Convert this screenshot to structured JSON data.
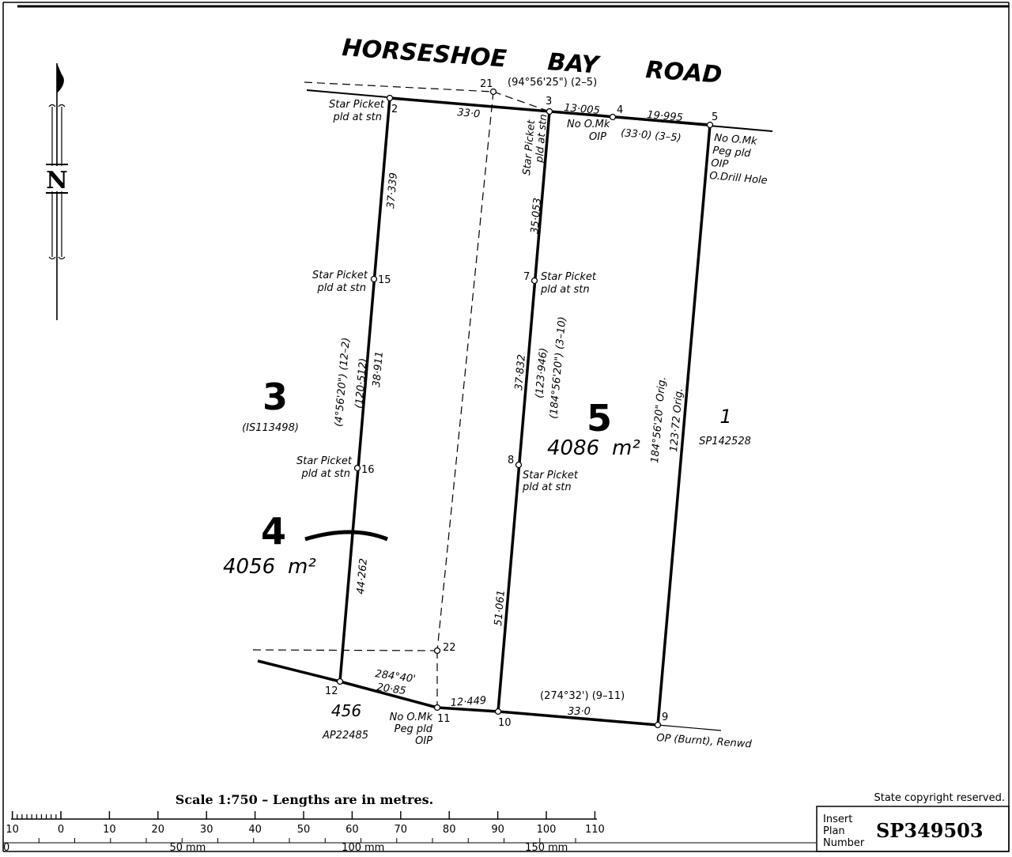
{
  "road": {
    "w1": "HORSESHOE",
    "w2": "BAY",
    "w3": "ROAD"
  },
  "bearings": {
    "top": "(94°56'25\") (2–5)",
    "b_21_3": "33·0",
    "b_3_4": "13·005",
    "b_4_5": "19·995",
    "b_3_5": "(33·0) (3–5)",
    "left_top": "37·339",
    "left_mid_a": "(4°56'20\") (12–2)",
    "left_mid_b": "(120·512)",
    "left_mid_c": "38·911",
    "left_low": "44·262",
    "mid_top": "35·053",
    "mid_a": "37·832",
    "mid_b": "(123·946)",
    "mid_c": "(184°56'20\") (3–10)",
    "mid_low": "51·061",
    "right_a": "184°56'20\" Orig.",
    "right_b": "123·72 Orig.",
    "bot_left_a": "284°40'",
    "bot_left_b": "20·85",
    "bot_11_10": "12·449",
    "bot_right_a": "(274°32') (9–11)",
    "bot_right_b": "33·0"
  },
  "stations": [
    "21",
    "2",
    "3",
    "4",
    "5",
    "15",
    "7",
    "16",
    "8",
    "22",
    "12",
    "11",
    "10",
    "9"
  ],
  "marks": {
    "sp2a": "Star Picket",
    "sp2b": "pld at stn",
    "sp3a": "Star Picket",
    "sp3b": "pld at stn",
    "m4a": "No O.Mk",
    "m4b": "OIP",
    "m5a": "No O.Mk",
    "m5b": "Peg pld",
    "m5c": "OIP",
    "m5d": "O.Drill Hole",
    "sp15a": "Star Picket",
    "sp15b": "pld at stn",
    "sp7a": "Star Picket",
    "sp7b": "pld at stn",
    "sp16a": "Star Picket",
    "sp16b": "pld at stn",
    "sp8a": "Star Picket",
    "sp8b": "pld at stn",
    "m11a": "No O.Mk",
    "m11b": "Peg pld",
    "m11c": "OIP",
    "m9": "OP (Burnt), Renwd"
  },
  "lots": {
    "lot3": "3",
    "lot3_ref": "(IS113498)",
    "lot4": "4",
    "lot4_area": "4056",
    "lot4_unit": "m²",
    "lot5": "5",
    "lot5_area": "4086",
    "lot5_unit": "m²",
    "lot1": "1",
    "lot1_ref": "SP142528",
    "lot456": "456",
    "lot456_ref": "AP22485"
  },
  "north": "N",
  "scale": {
    "title": "Scale 1:750 – Lengths are in metres.",
    "m_labels": [
      "10",
      "0",
      "10",
      "20",
      "30",
      "40",
      "50",
      "60",
      "70",
      "80",
      "90",
      "100",
      "110"
    ],
    "mm_labels": [
      "0",
      "50",
      "100",
      "150"
    ],
    "mm_unit": "mm"
  },
  "copyright": "State copyright reserved.",
  "titleblock": {
    "l1": "Insert",
    "l2": "Plan",
    "l3": "Number",
    "number": "SP349503"
  }
}
